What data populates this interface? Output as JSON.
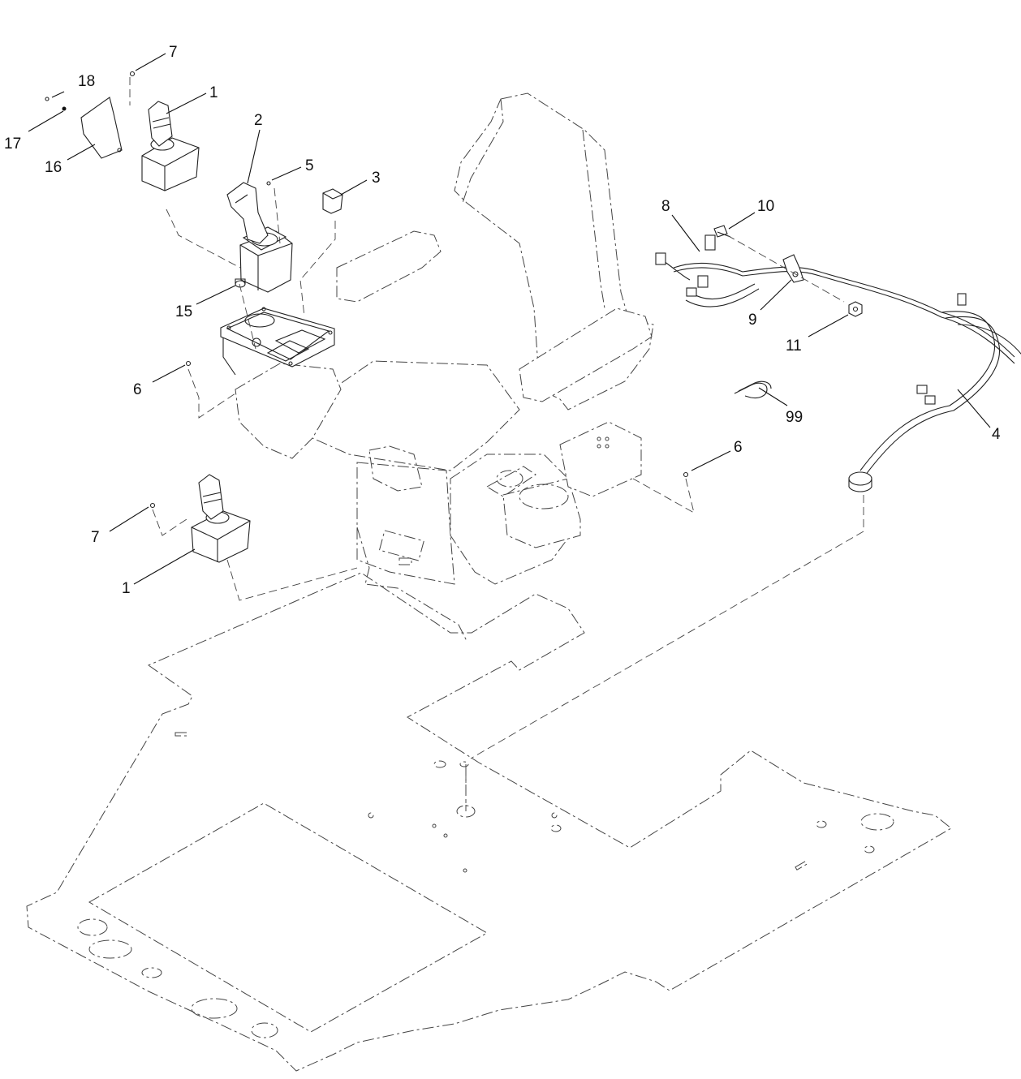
{
  "callouts": {
    "c1_top": "1",
    "c1_bottom": "1",
    "c2": "2",
    "c3": "3",
    "c4": "4",
    "c5": "5",
    "c6_left": "6",
    "c6_right": "6",
    "c7_top": "7",
    "c7_bottom": "7",
    "c8": "8",
    "c9": "9",
    "c10": "10",
    "c11": "11",
    "c15": "15",
    "c16": "16",
    "c17": "17",
    "c18": "18",
    "c99": "99"
  }
}
